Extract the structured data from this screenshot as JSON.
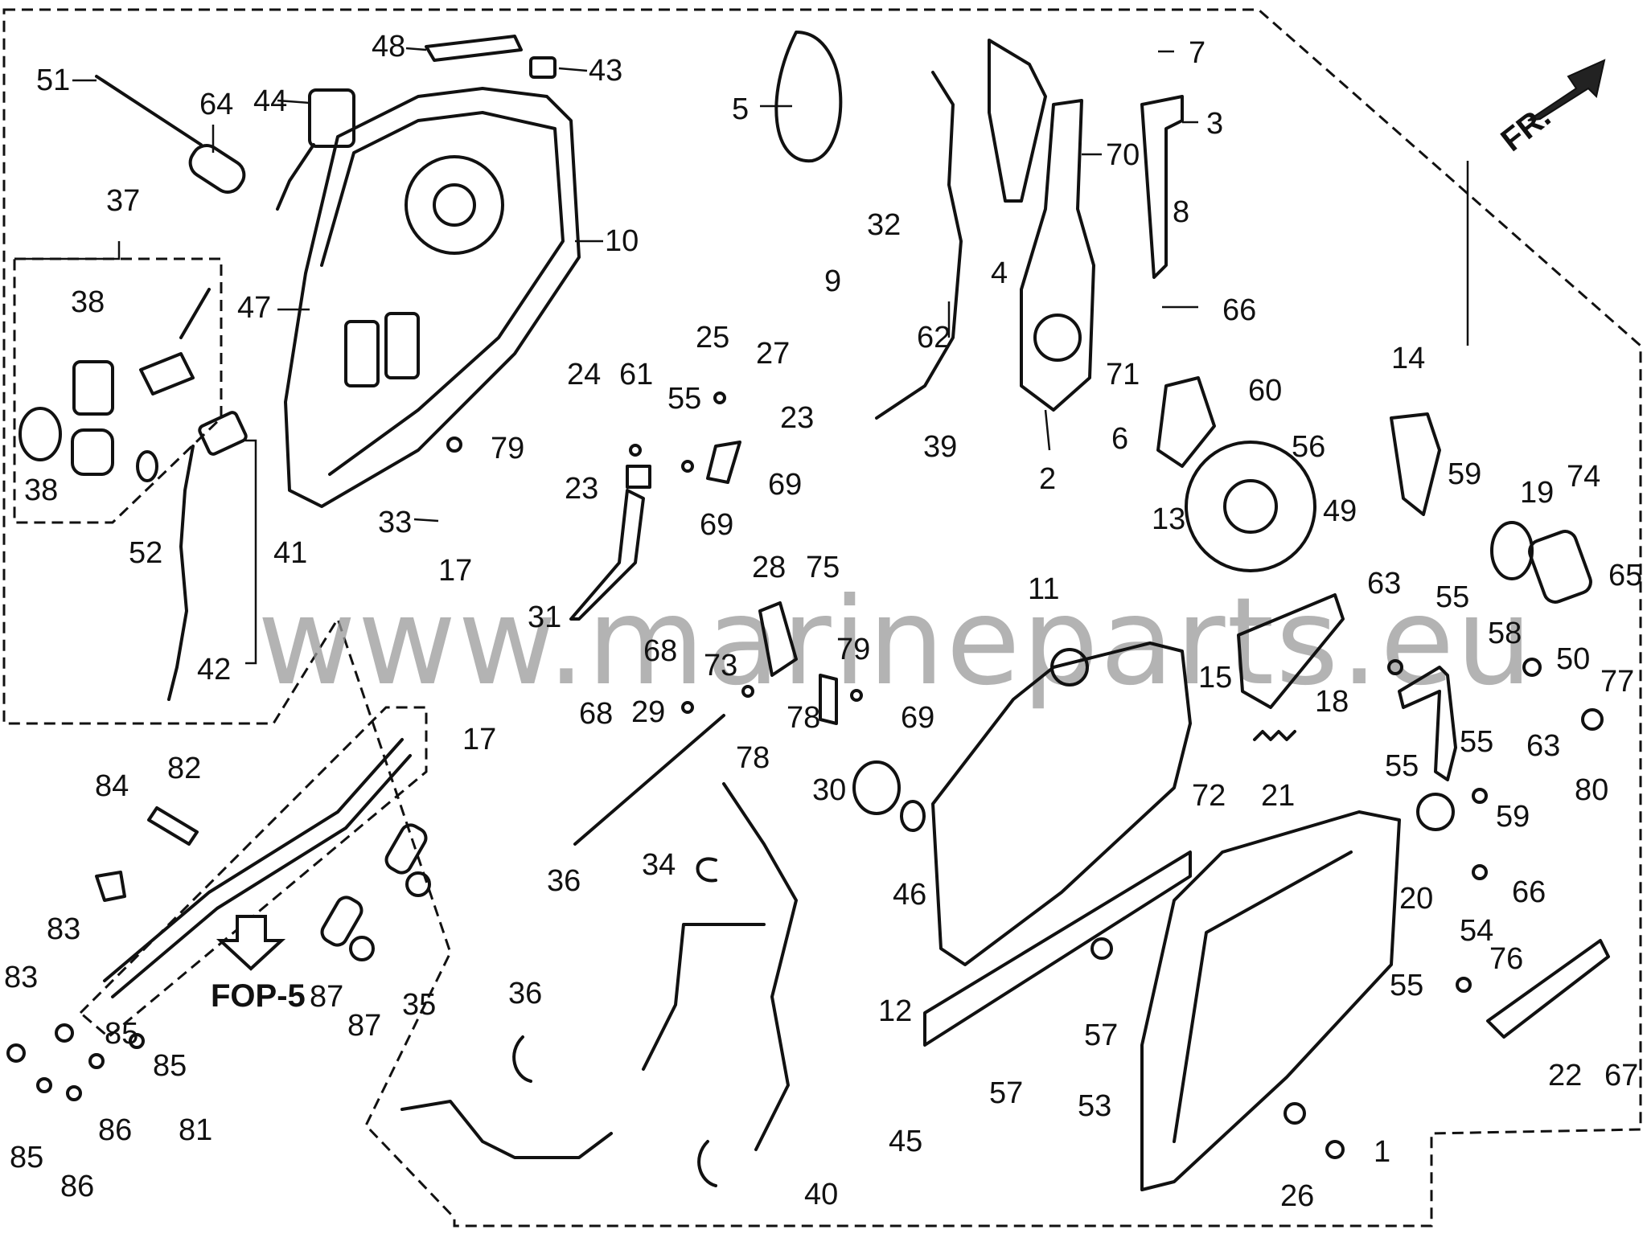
{
  "diagram": {
    "watermark": "www.marineparts.eu",
    "direction_label": "FR.",
    "reference_label": "FOP-5",
    "callouts": [
      "51",
      "48",
      "43",
      "44",
      "64",
      "37",
      "38",
      "38",
      "52",
      "41",
      "42",
      "47",
      "10",
      "33",
      "5",
      "7",
      "3",
      "70",
      "8",
      "66",
      "32",
      "9",
      "62",
      "4",
      "39",
      "2",
      "71",
      "60",
      "6",
      "13",
      "56",
      "49",
      "14",
      "59",
      "55",
      "19",
      "74",
      "65",
      "58",
      "50",
      "24",
      "61",
      "25",
      "27",
      "55",
      "23",
      "79",
      "23",
      "69",
      "69",
      "31",
      "68",
      "68",
      "28",
      "75",
      "79",
      "78",
      "69",
      "73",
      "29",
      "78",
      "30",
      "17",
      "17",
      "11",
      "72",
      "15",
      "21",
      "63",
      "18",
      "55",
      "55",
      "59",
      "63",
      "80",
      "77",
      "20",
      "54",
      "66",
      "76",
      "55",
      "22",
      "67",
      "84",
      "82",
      "83",
      "83",
      "85",
      "85",
      "85",
      "86",
      "86",
      "81",
      "87",
      "87",
      "35",
      "36",
      "36",
      "40",
      "34",
      "45",
      "46",
      "12",
      "57",
      "57",
      "26",
      "53",
      "1"
    ]
  }
}
